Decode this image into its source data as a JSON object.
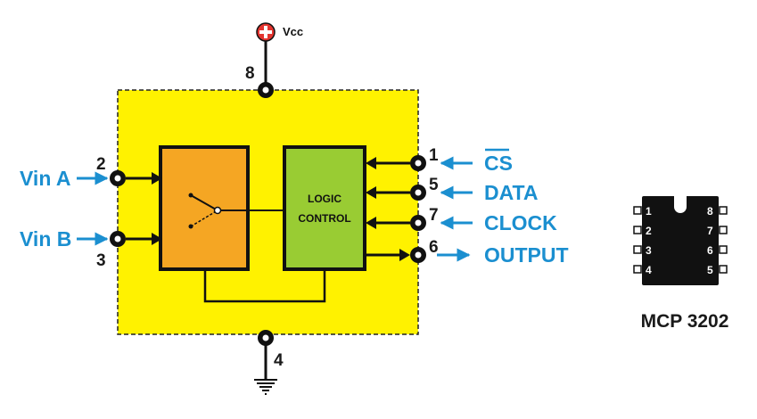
{
  "supply": {
    "label": "Vcc",
    "pin": "8"
  },
  "ground": {
    "pin": "4"
  },
  "inputs": [
    {
      "label": "Vin A",
      "pin": "2"
    },
    {
      "label": "Vin B",
      "pin": "3"
    }
  ],
  "blocks": {
    "logic_line1": "LOGIC",
    "logic_line2": "CONTROL"
  },
  "signals": [
    {
      "label": "CS",
      "pin": "1",
      "overline": true
    },
    {
      "label": "DATA",
      "pin": "5"
    },
    {
      "label": "CLOCK",
      "pin": "7"
    },
    {
      "label": "OUTPUT",
      "pin": "6"
    }
  ],
  "package": {
    "part_number": "MCP 3202",
    "left_pins": [
      "1",
      "2",
      "3",
      "4"
    ],
    "right_pins": [
      "8",
      "7",
      "6",
      "5"
    ]
  },
  "colors": {
    "body": "#fff200",
    "mux": "#f5a623",
    "logic": "#99cc33",
    "signal": "#1b8fd0",
    "supply": "#e3342f"
  }
}
